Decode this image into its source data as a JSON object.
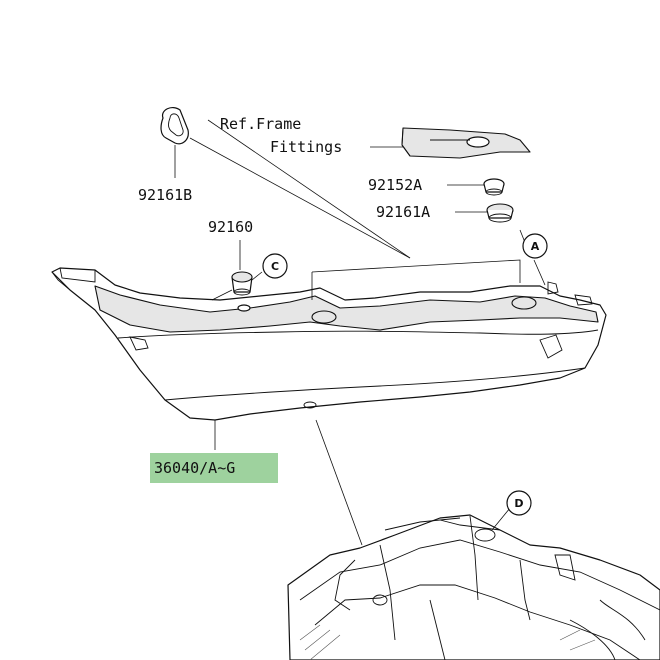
{
  "labels": {
    "ref_frame": "Ref.Frame",
    "fittings": "Fittings",
    "p92161B": "92161B",
    "p92152A": "92152A",
    "p92161A": "92161A",
    "p92160": "92160",
    "p36040": "36040/A~G"
  },
  "callouts": {
    "a": "A",
    "c": "C",
    "d": "D"
  },
  "colors": {
    "highlight": "#9ed29e",
    "line": "#111111",
    "background": "#ffffff"
  }
}
